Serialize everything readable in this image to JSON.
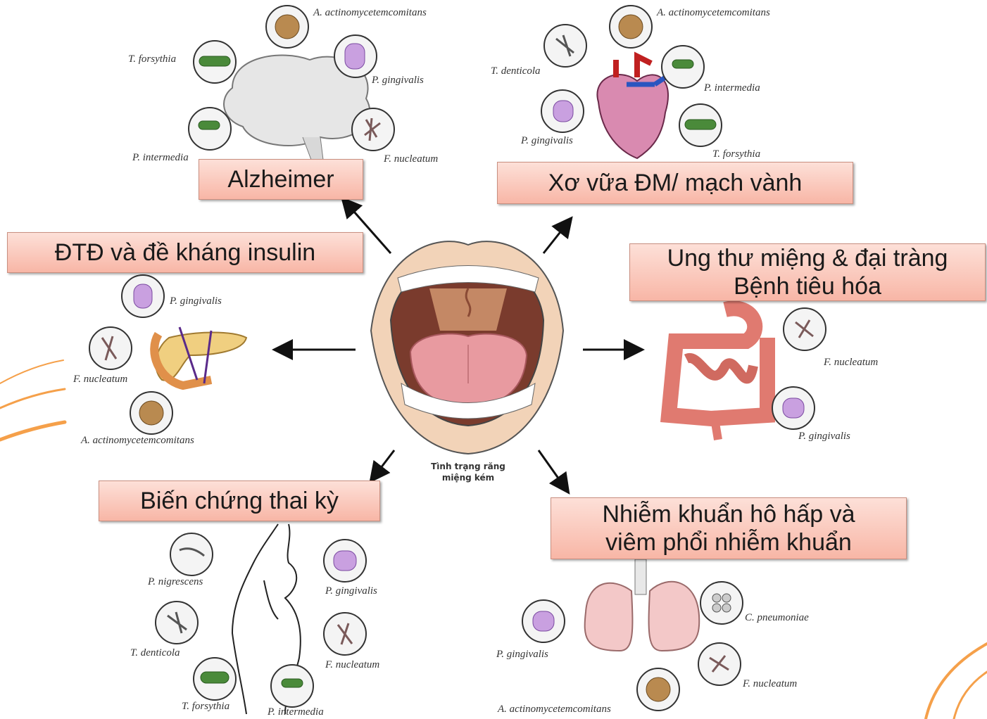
{
  "boxes": {
    "alzheimer": "Alzheimer",
    "heart": "Xơ vữa ĐM/ mạch vành",
    "diabetes": "ĐTĐ và đề kháng insulin",
    "cancer_line1": "Ung thư miệng & đại tràng",
    "cancer_line2": "Bệnh tiêu hóa",
    "pregnancy": "Biến chứng thai kỳ",
    "resp_line1": "Nhiễm khuẩn hô hấp và",
    "resp_line2": "viêm phổi nhiễm khuẩn"
  },
  "center": {
    "line1": "Tình trạng răng",
    "line2": "miệng kém"
  },
  "bacteria": {
    "brain": {
      "aa": "A. actinomycetemcomitans",
      "tf": "T. forsythia",
      "pg": "P. gingivalis",
      "pi": "P. intermedia",
      "fn": "F. nucleatum"
    },
    "heart": {
      "aa": "A. actinomycetemcomitans",
      "td": "T. denticola",
      "pi": "P. intermedia",
      "pg": "P. gingivalis",
      "tf": "T. forsythia"
    },
    "pancreas": {
      "pg": "P. gingivalis",
      "fn": "F. nucleatum",
      "aa": "A. actinomycetemcomitans"
    },
    "gut": {
      "fn": "F. nucleatum",
      "pg": "P. gingivalis"
    },
    "pregnancy": {
      "pn": "P. nigrescens",
      "pg": "P. gingivalis",
      "td": "T. denticola",
      "fn": "F. nucleatum",
      "tf": "T. forsythia",
      "pi": "P. intermedia"
    },
    "lung": {
      "cp": "C. pneumoniae",
      "pg": "P. gingivalis",
      "fn": "F. nucleatum",
      "aa": "A. actinomycetemcomitans"
    }
  },
  "colors": {
    "accent": "#f5a04a",
    "box": "#f8b6a6"
  }
}
